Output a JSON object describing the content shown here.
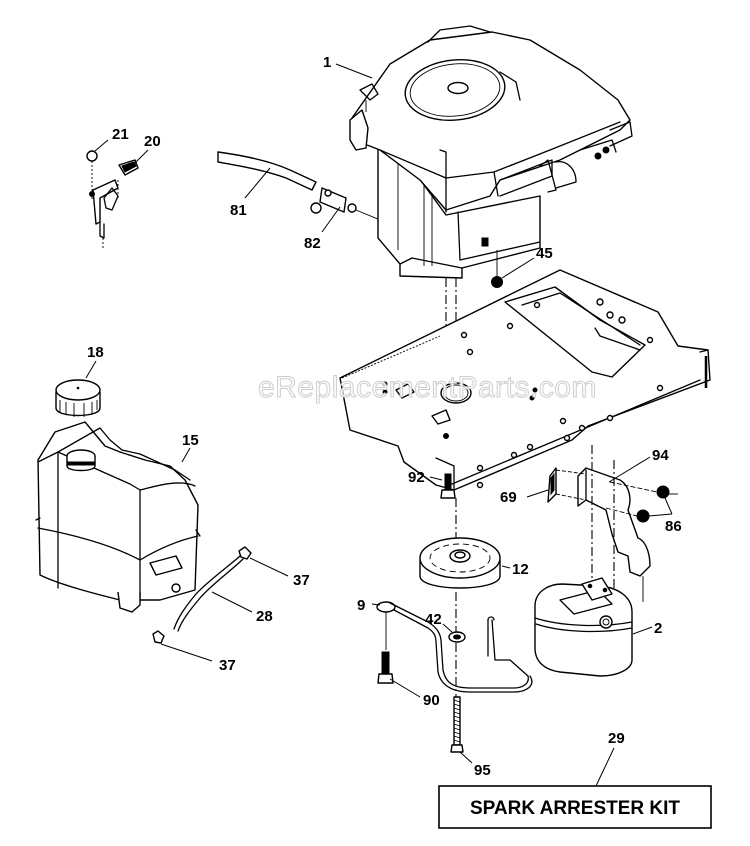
{
  "diagram": {
    "title": "Engine / Frame / Fuel Tank / Muffler exploded parts view",
    "watermark": "eReplacementParts.com",
    "callouts": [
      {
        "id": "1",
        "part": "engine"
      },
      {
        "id": "2",
        "part": "muffler"
      },
      {
        "id": "9",
        "part": "muffler-bracket"
      },
      {
        "id": "12",
        "part": "pulley"
      },
      {
        "id": "15",
        "part": "fuel-tank"
      },
      {
        "id": "18",
        "part": "fuel-cap"
      },
      {
        "id": "20",
        "part": "throttle-knob"
      },
      {
        "id": "21",
        "part": "screw"
      },
      {
        "id": "28",
        "part": "fuel-line"
      },
      {
        "id": "29",
        "part": "spark-arrester-kit"
      },
      {
        "id": "37",
        "part": "clamp-upper"
      },
      {
        "id": "37",
        "part": "clamp-lower"
      },
      {
        "id": "42",
        "part": "washer"
      },
      {
        "id": "45",
        "part": "nut"
      },
      {
        "id": "69",
        "part": "gasket"
      },
      {
        "id": "81",
        "part": "hose"
      },
      {
        "id": "82",
        "part": "fuel-filter"
      },
      {
        "id": "86",
        "part": "exhaust-nuts"
      },
      {
        "id": "90",
        "part": "bolt"
      },
      {
        "id": "92",
        "part": "bolt-frame"
      },
      {
        "id": "94",
        "part": "exhaust-pipe"
      },
      {
        "id": "95",
        "part": "bolt-long"
      }
    ],
    "kit_box_label": "SPARK ARRESTER KIT"
  }
}
